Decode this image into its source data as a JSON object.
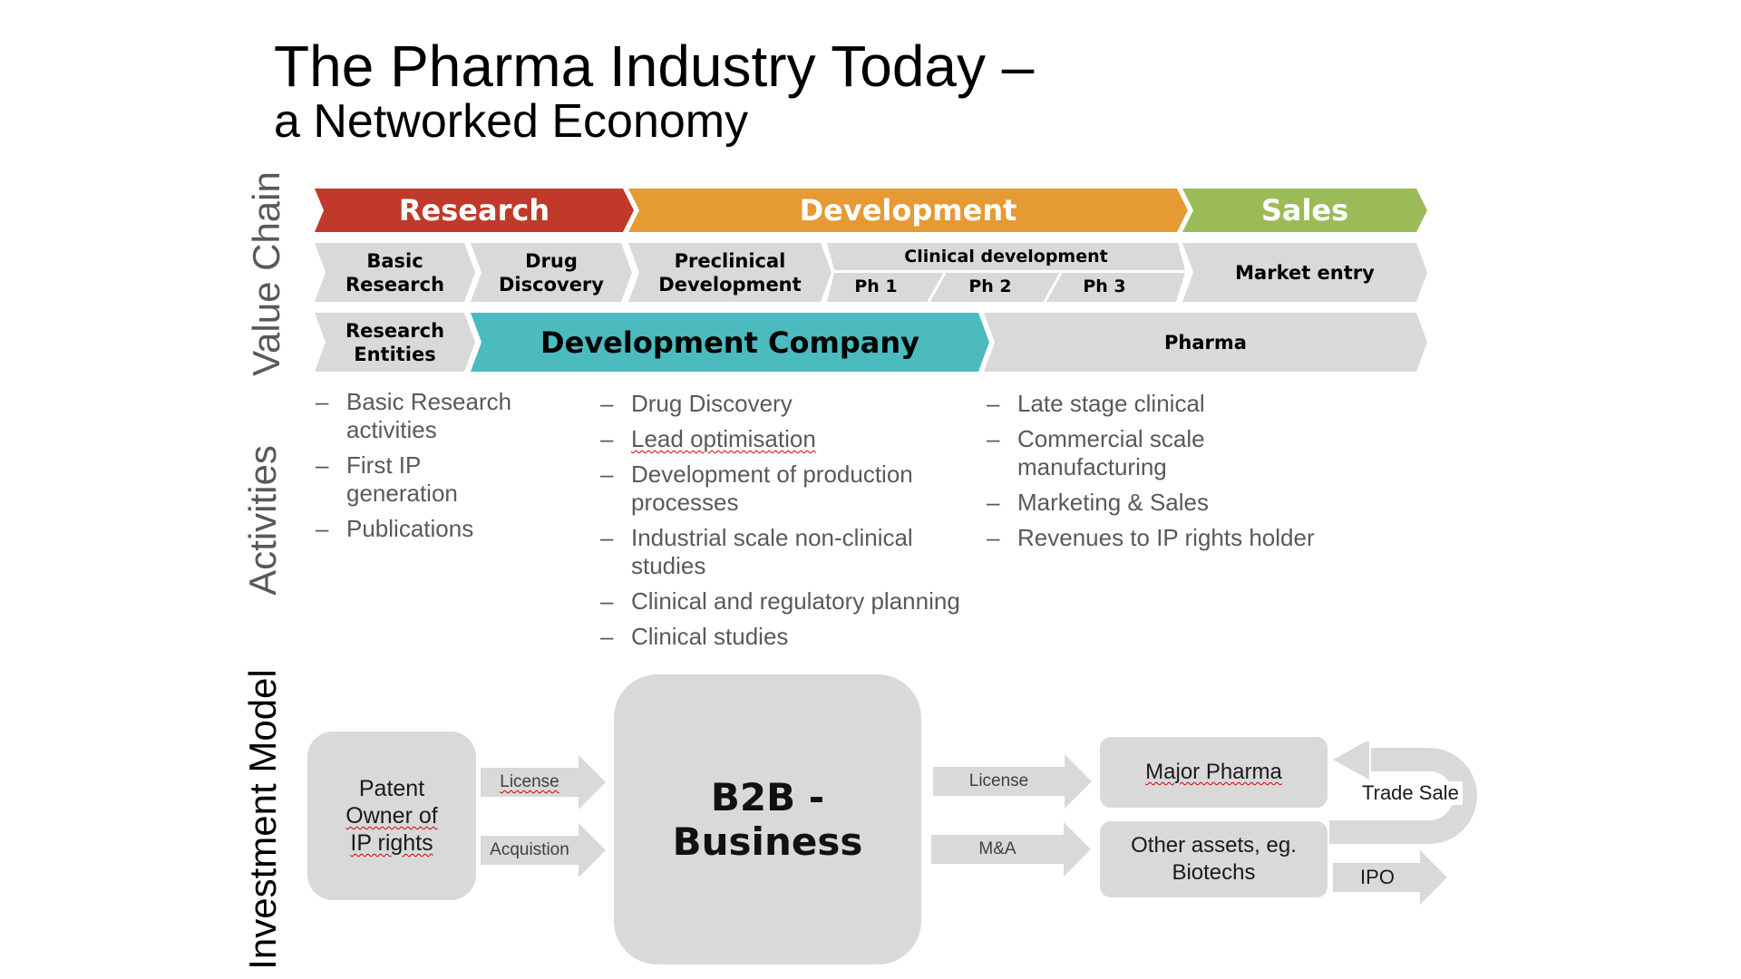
{
  "title": {
    "line1": "The Pharma Industry Today –",
    "line2": "a Networked Economy"
  },
  "side_labels": {
    "value_chain": "Value Chain",
    "activities": "Activities",
    "investment_model": "Investment Model"
  },
  "value_chain": {
    "phases": {
      "research": "Research",
      "development": "Development",
      "sales": "Sales"
    },
    "steps": {
      "basic_research": {
        "line1": "Basic",
        "line2": "Research"
      },
      "drug_discovery": {
        "line1": "Drug",
        "line2": "Discovery"
      },
      "preclinical": {
        "line1": "Preclinical",
        "line2": "Development"
      },
      "clinical": {
        "title": "Clinical development",
        "ph1": "Ph 1",
        "ph2": "Ph 2",
        "ph3": "Ph 3"
      },
      "market_entry": "Market entry"
    },
    "actors": {
      "research_entities": {
        "line1": "Research",
        "line2": "Entities"
      },
      "development_company": "Development Company",
      "pharma": "Pharma"
    }
  },
  "activities": {
    "research": [
      {
        "line1": "Basic Research",
        "line2": "activities"
      },
      {
        "line1": "First IP",
        "line2": "generation"
      },
      {
        "line1": "Publications",
        "line2": ""
      }
    ],
    "development": [
      {
        "line1": "Drug Discovery",
        "line2": ""
      },
      {
        "line1": "Lead optimisation",
        "line2": ""
      },
      {
        "line1": "Development of production",
        "line2": "processes"
      },
      {
        "line1": "Industrial scale non-clinical",
        "line2": "studies"
      },
      {
        "line1": "Clinical and regulatory planning",
        "line2": ""
      },
      {
        "line1": "Clinical studies",
        "line2": ""
      }
    ],
    "pharma": [
      {
        "line1": "Late stage clinical",
        "line2": ""
      },
      {
        "line1": "Commercial scale",
        "line2": "manufacturing"
      },
      {
        "line1": "Marketing & Sales",
        "line2": ""
      },
      {
        "line1": "Revenues to IP rights holder",
        "line2": ""
      }
    ]
  },
  "investment_model": {
    "patent_owner": {
      "line1": "Patent",
      "line2": "Owner of",
      "line3": "IP rights"
    },
    "license_in": "License",
    "acquisition": "Acquistion",
    "b2b": "B2B - Business",
    "license_out": "License",
    "m_and_a": "M&A",
    "major_pharma": "Major Pharma",
    "other_assets": {
      "line1": "Other assets, eg.",
      "line2": "Biotechs"
    },
    "trade_sale": "Trade Sale",
    "ipo": "IPO"
  },
  "colors": {
    "research": "#c0392b",
    "development": "#e59a34",
    "sales": "#9bbb59",
    "development_company": "#4bbbbf",
    "grey_shape": "#d9d9d9",
    "activity_text": "#595959"
  }
}
